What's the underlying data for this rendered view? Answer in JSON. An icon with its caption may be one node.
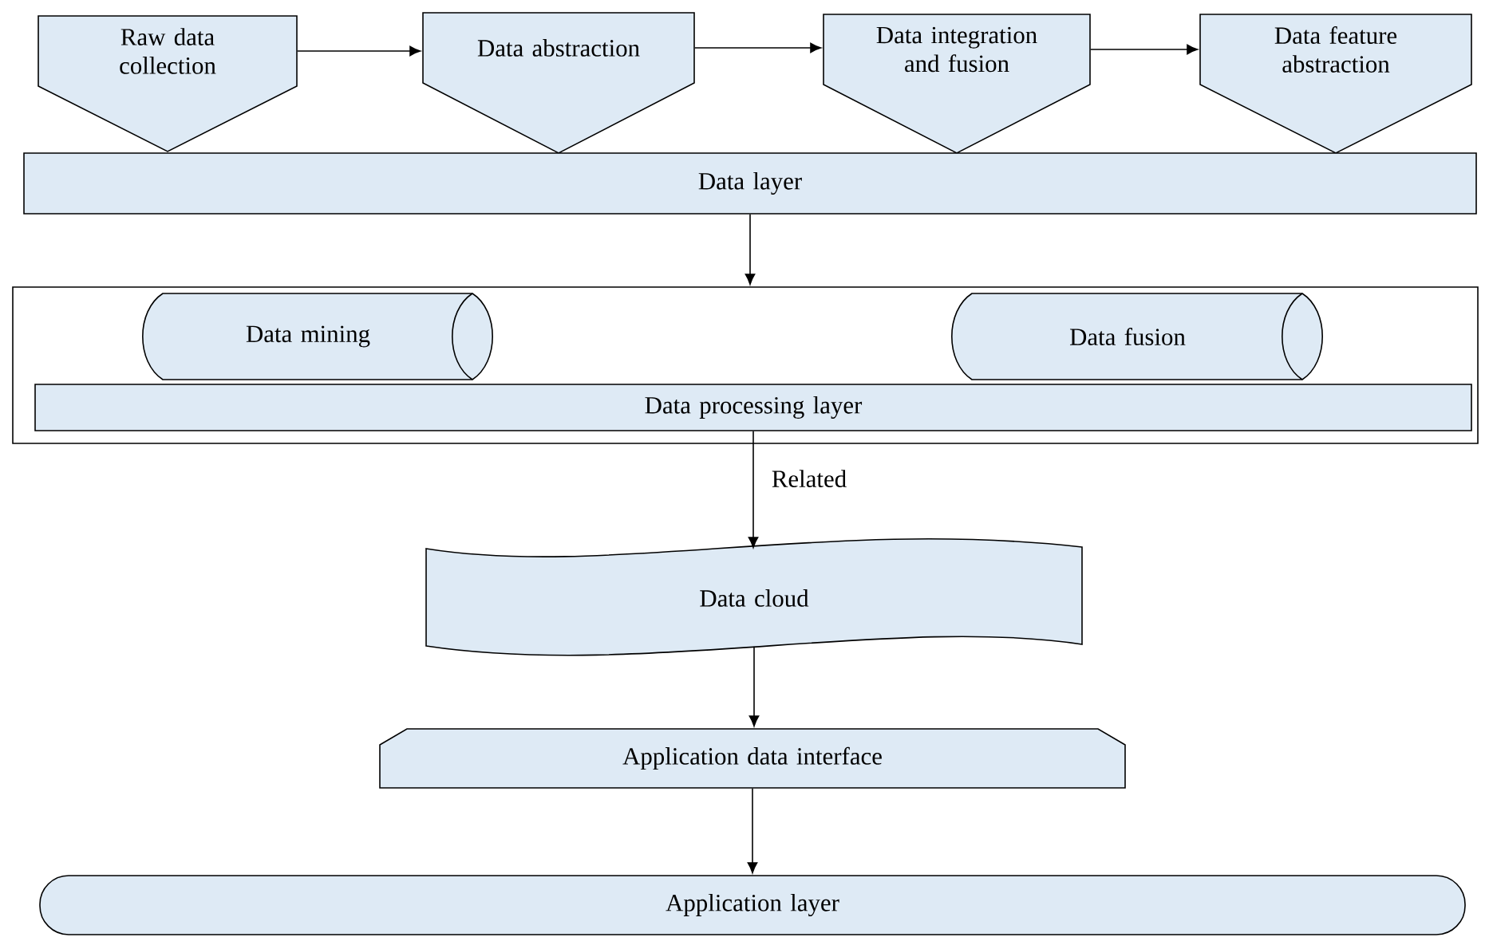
{
  "diagram": {
    "nodes": [
      {
        "text": [
          "Raw data collection"
        ]
      },
      {
        "text": [
          "Data abstraction"
        ]
      },
      {
        "text": [
          "Data integration and fusion"
        ]
      },
      {
        "text": [
          "Data feature abstraction"
        ]
      },
      {
        "text": [
          "Data layer"
        ]
      },
      {
        "text": [],
        "shape": "box"
      },
      {
        "text": [
          "Data mining"
        ],
        "in": 5
      },
      {
        "text": [
          "Data fusion"
        ],
        "in": 5
      },
      {
        "text": [
          "Data processing layer"
        ],
        "in": 5
      },
      {
        "text": [
          "Data cloud"
        ]
      },
      {
        "text": [
          "Application data interface"
        ]
      },
      {
        "text": [
          "Application layer"
        ]
      }
    ],
    "edges": [
      {
        "from": 0,
        "to": 1,
        "arrow": "to"
      },
      {
        "from": 1,
        "to": 2,
        "arrow": "to"
      },
      {
        "from": 2,
        "to": 3,
        "arrow": "to"
      },
      {
        "from": 4,
        "to": 5,
        "arrow": "to"
      },
      {
        "from": 8,
        "to": 9,
        "arrow": "to",
        "label": "Related"
      },
      {
        "from": 9,
        "to": 10,
        "arrow": "to"
      },
      {
        "from": 10,
        "to": 11,
        "arrow": "to"
      }
    ]
  }
}
